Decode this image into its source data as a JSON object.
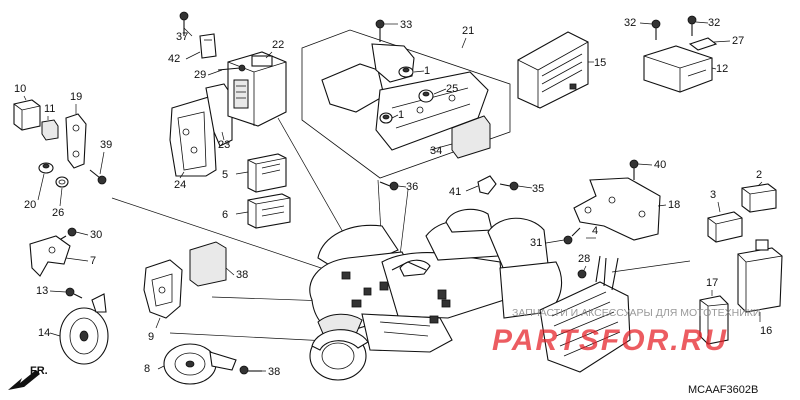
{
  "diagram_code": "MCAAF3602B",
  "direction_label": "FR.",
  "watermark": {
    "caption": "ЗАПЧАСТИ И АКСЕССУАРЫ ДЛЯ МОТОТЕХНИКИ",
    "brand_part1": "PARTS",
    "brand_part2": "FOR",
    "brand_part3": ".RU",
    "brand_color": "#e51e25"
  },
  "callouts": [
    "37",
    "42",
    "29",
    "22",
    "23",
    "24",
    "33",
    "21",
    "1",
    "25",
    "1",
    "34",
    "36",
    "41",
    "35",
    "15",
    "32",
    "32",
    "27",
    "12",
    "10",
    "11",
    "19",
    "39",
    "20",
    "26",
    "30",
    "7",
    "13",
    "14",
    "5",
    "6",
    "38",
    "9",
    "8",
    "38",
    "40",
    "18",
    "3",
    "2",
    "31",
    "4",
    "28",
    "17",
    "16"
  ]
}
